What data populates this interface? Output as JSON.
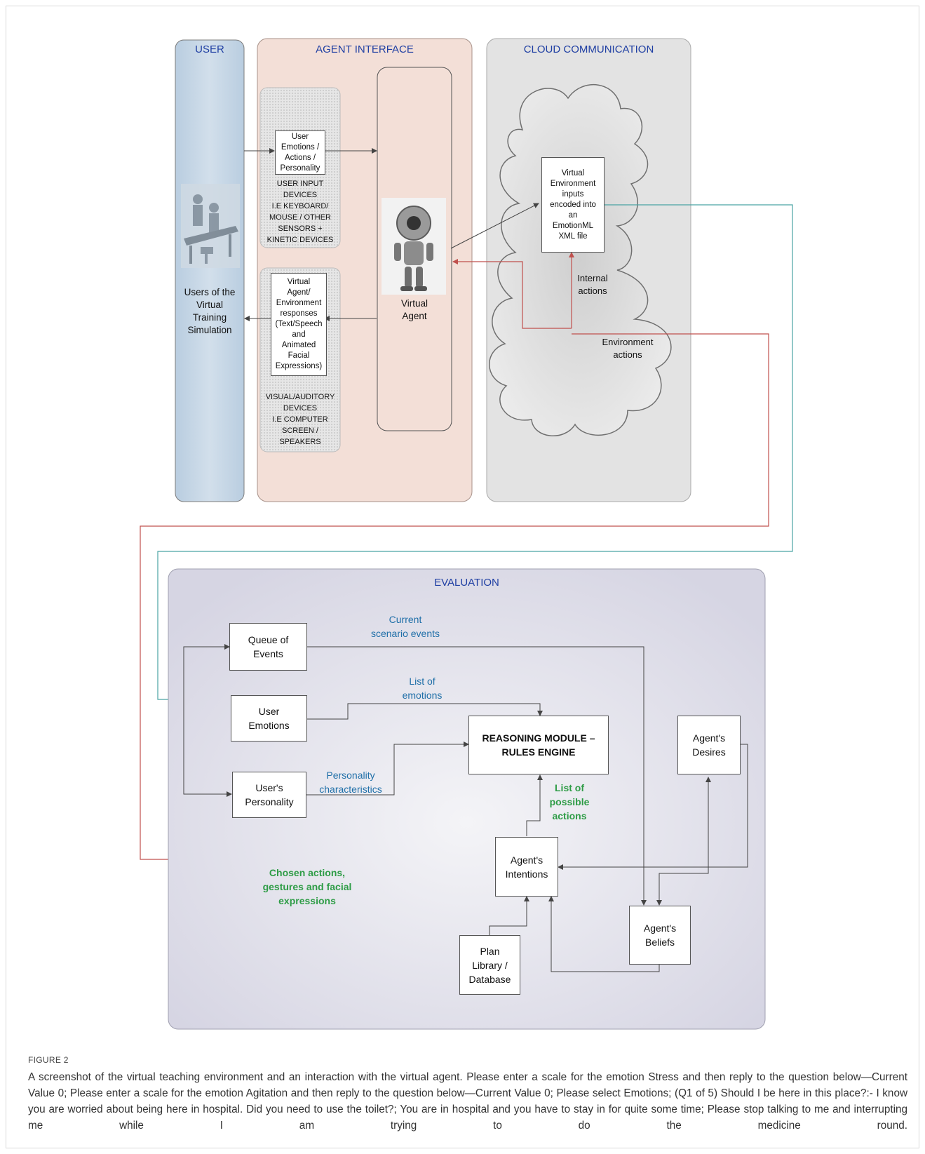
{
  "lanes": {
    "user": "USER",
    "agent_interface": "AGENT INTERFACE",
    "cloud": "CLOUD COMMUNICATION",
    "evaluation": "EVALUATION"
  },
  "user_lane": {
    "caption": [
      "Users of the",
      "Virtual",
      "Training",
      "Simulation"
    ]
  },
  "agent_interface": {
    "input_box": [
      "User",
      "Emotions /",
      "Actions /",
      "Personality"
    ],
    "input_devices": [
      "USER INPUT",
      "DEVICES",
      "I.E KEYBOARD/",
      "MOUSE / OTHER",
      "SENSORS +",
      "KINETIC DEVICES"
    ],
    "response_box": [
      "Virtual",
      "Agent/",
      "Environment",
      "responses",
      "(Text/Speech",
      "and",
      "Animated",
      "Facial",
      "Expressions)"
    ],
    "output_devices": [
      "VISUAL/AUDITORY",
      "DEVICES",
      "I.E COMPUTER",
      "SCREEN /",
      "SPEAKERS"
    ],
    "virtual_agent": [
      "Virtual",
      "Agent"
    ]
  },
  "cloud": {
    "env_box": [
      "Virtual",
      "Environment",
      "inputs",
      "encoded into",
      "an",
      "EmotionML",
      "XML file"
    ],
    "internal_actions": [
      "Internal",
      "actions"
    ],
    "environment_actions": [
      "Environment",
      "actions"
    ]
  },
  "evaluation": {
    "queue_of_events": [
      "Queue of",
      "Events"
    ],
    "user_emotions": [
      "User",
      "Emotions"
    ],
    "users_personality": [
      "User's",
      "Personality"
    ],
    "reasoning_module": [
      "REASONING MODULE –",
      "RULES ENGINE"
    ],
    "agents_desires": [
      "Agent's",
      "Desires"
    ],
    "agents_intentions": [
      "Agent's",
      "Intentions"
    ],
    "agents_beliefs": [
      "Agent's",
      "Beliefs"
    ],
    "plan_library": [
      "Plan",
      "Library /",
      "Database"
    ],
    "current_scenario_events": [
      "Current",
      "scenario events"
    ],
    "list_of_emotions": [
      "List of",
      "emotions"
    ],
    "personality_characteristics": [
      "Personality",
      "characteristics"
    ],
    "list_of_possible_actions": [
      "List of",
      "possible",
      "actions"
    ],
    "chosen_actions": [
      "Chosen actions,",
      "gestures and facial",
      "expressions"
    ]
  },
  "caption": {
    "heading": "FIGURE 2",
    "body": "A screenshot of the virtual teaching environment and an interaction with the virtual agent. Please enter a scale for the emotion Stress and then reply to the question below—Current Value 0; Please enter a scale for the emotion Agitation and then reply to the question below—Current Value 0; Please select Emotions; (Q1 of 5) Should I be here in this place?:- I know you are worried about being here in hospital. Did you need to use the toilet?; You are in hospital and you have to stay in for quite some time; Please stop talking to me and interrupting me while I am trying to do the medicine round."
  },
  "colors": {
    "user_lane": "#c3d4e4",
    "agent_lane": "#f3dfd7",
    "cloud_lane": "#e3e3e3",
    "evaluation_bg": "#dcdbe7",
    "red_line": "#c0504d",
    "teal_line": "#4aa3a3",
    "blue_text": "#1f6fa8",
    "green_text": "#2e9c46",
    "title_blue": "#1f3fa3"
  }
}
